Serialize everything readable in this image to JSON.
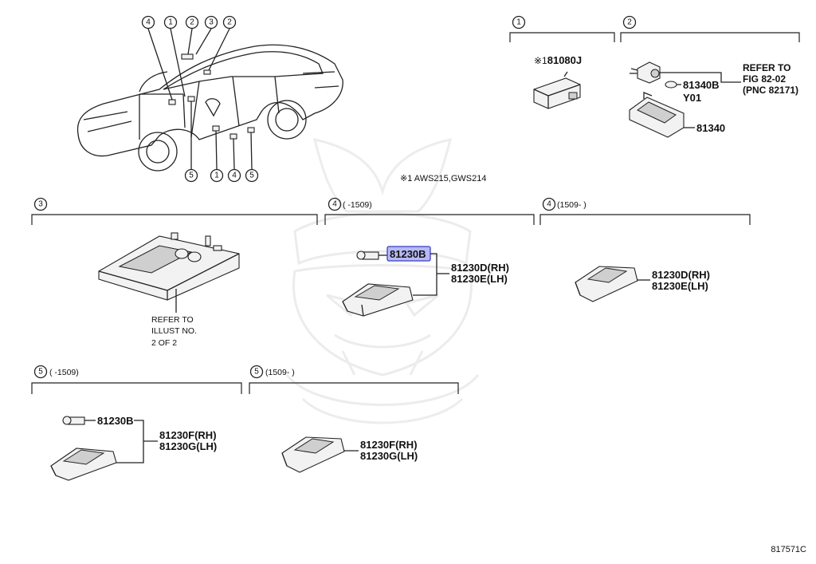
{
  "watermark": "samurai-crest-logo",
  "callout_numbers": [
    "1",
    "2",
    "3",
    "4",
    "5"
  ],
  "car_top_callouts": [
    "4",
    "1",
    "2",
    "3",
    "2"
  ],
  "car_bottom_callouts": [
    "5",
    "1",
    "4",
    "5"
  ],
  "footnote": "※1 AWS215,GWS214",
  "section1": {
    "num": "1",
    "part_prefix": "※1",
    "part": "81080J"
  },
  "section2": {
    "num": "2",
    "refer_line1": "REFER TO",
    "refer_line2": "FIG 82-02",
    "refer_line3": "(PNC 82171)",
    "bulb_part": "81340B",
    "bulb_sub": "Y01",
    "lamp_part": "81340"
  },
  "section3": {
    "num": "3",
    "refer_line1": "REFER TO",
    "refer_line2": "ILLUST NO.",
    "refer_line3": "2 OF 2"
  },
  "section4a": {
    "num": "4",
    "range": "(     -1509)",
    "bulb_part": "81230B",
    "lamp_rh": "81230D(RH)",
    "lamp_lh": "81230E(LH)"
  },
  "section4b": {
    "num": "4",
    "range": "(1509-     )",
    "lamp_rh": "81230D(RH)",
    "lamp_lh": "81230E(LH)"
  },
  "section5a": {
    "num": "5",
    "range": "(     -1509)",
    "bulb_part": "81230B",
    "lamp_rh": "81230F(RH)",
    "lamp_lh": "81230G(LH)"
  },
  "section5b": {
    "num": "5",
    "range": "(1509-     )",
    "lamp_rh": "81230F(RH)",
    "lamp_lh": "81230G(LH)"
  },
  "illustration_id": "817571C"
}
